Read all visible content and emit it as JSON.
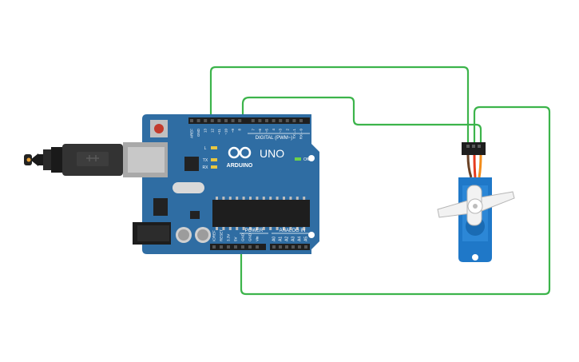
{
  "board": {
    "logo": "ARDUINO",
    "model": "UNO",
    "on_label": "ON",
    "digital_header": "DIGITAL (PWM~)",
    "digital_pins": [
      "AREF",
      "GND",
      "13",
      "12",
      "~11",
      "~10",
      "~9",
      "8",
      "7",
      "~6",
      "~5",
      "4",
      "~3",
      "2",
      "TX→1",
      "RX←0"
    ],
    "power_header": "POWER",
    "analog_header": "ANALOG IN",
    "power_pins": [
      "IOREF",
      "RESET",
      "3.3V",
      "5V",
      "GND",
      "GND",
      "Vin"
    ],
    "analog_pins": [
      "A0",
      "A1",
      "A2",
      "A3",
      "A4",
      "A5"
    ],
    "led_labels": [
      "L",
      "TX",
      "RX"
    ]
  },
  "wires": {
    "color": "#3cb44b"
  },
  "servo": {
    "lead_colors": [
      "#6b4226",
      "#e53b1f",
      "#f28c1a"
    ]
  },
  "icons": [
    "usb-cable-icon",
    "barrel-jack-icon",
    "reset-button-icon",
    "capacitor-icon",
    "microcontroller-chip-icon",
    "servo-motor-icon"
  ]
}
